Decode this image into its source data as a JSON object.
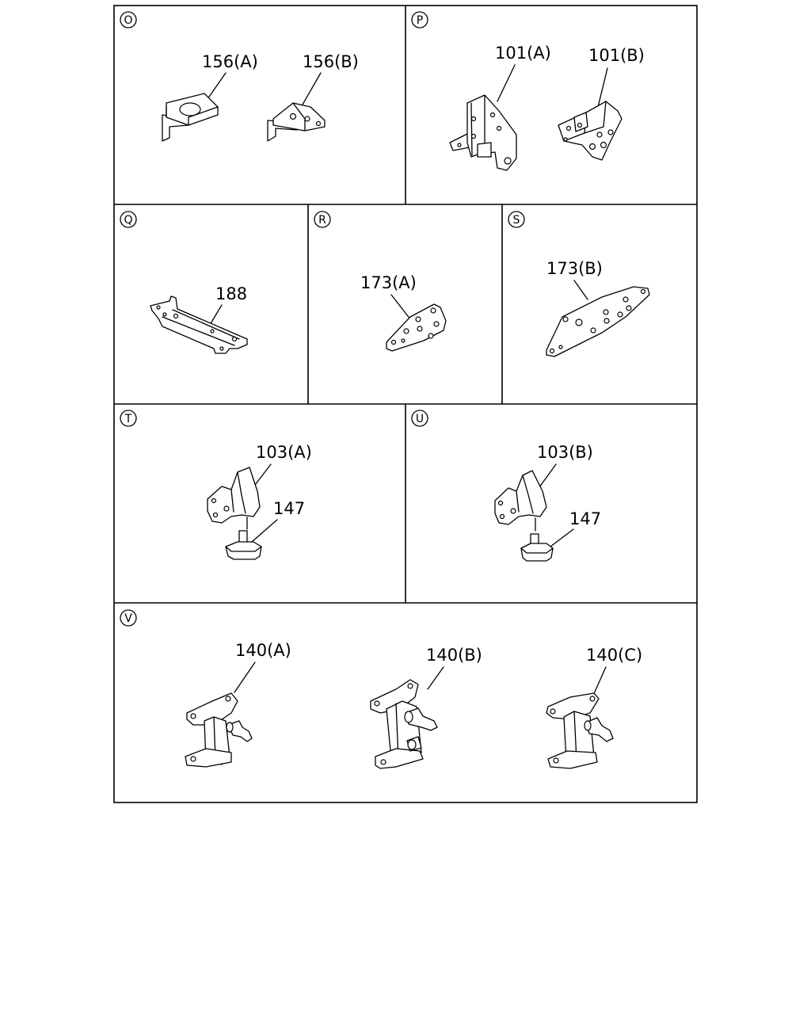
{
  "panels": {
    "O": {
      "letter": "O",
      "labels": [
        "156(A)",
        "156(B)"
      ]
    },
    "P": {
      "letter": "P",
      "labels": [
        "101(A)",
        "101(B)"
      ]
    },
    "Q": {
      "letter": "Q",
      "labels": [
        "188"
      ]
    },
    "R": {
      "letter": "R",
      "labels": [
        "173(A)"
      ]
    },
    "S": {
      "letter": "S",
      "labels": [
        "173(B)"
      ]
    },
    "T": {
      "letter": "T",
      "labels": [
        "103(A)",
        "147"
      ]
    },
    "U": {
      "letter": "U",
      "labels": [
        "103(B)",
        "147"
      ]
    },
    "V": {
      "letter": "V",
      "labels": [
        "140(A)",
        "140(B)",
        "140(C)"
      ]
    }
  }
}
